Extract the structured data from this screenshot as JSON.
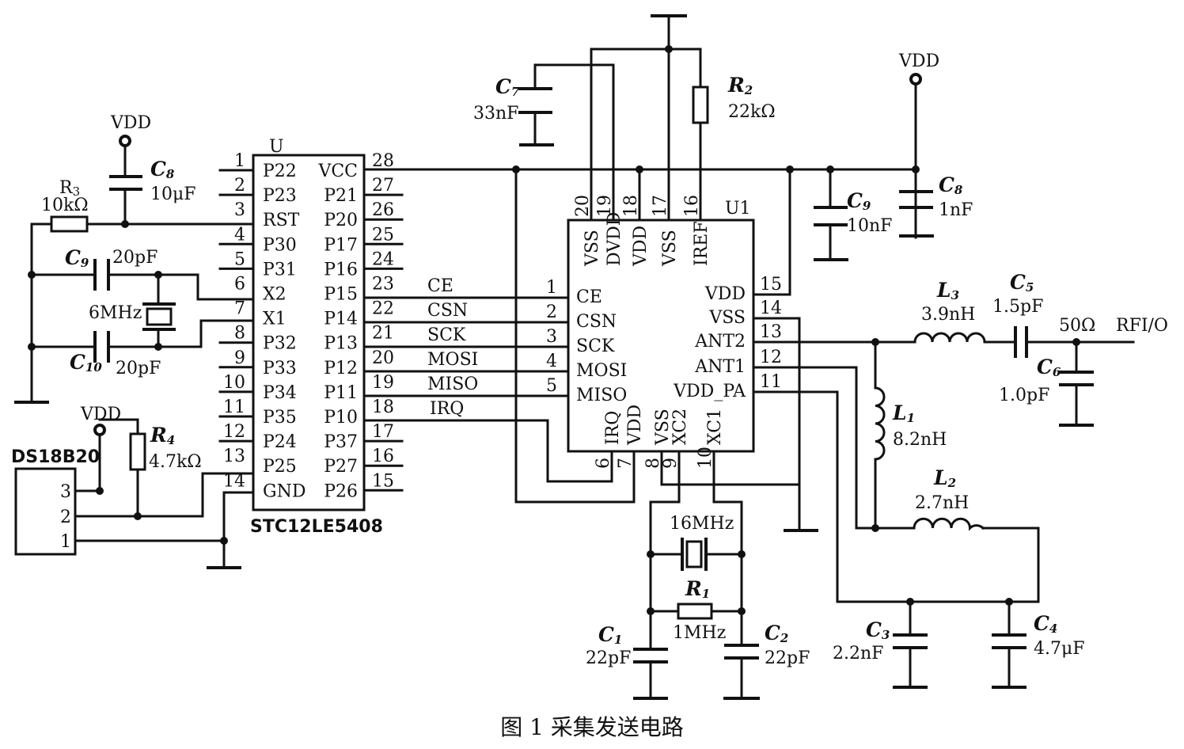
{
  "caption": "图 1  采集发送电路",
  "mcu": {
    "designator": "U",
    "part": "STC12LE5408",
    "left_pins": [
      {
        "num": "1",
        "name": "P22"
      },
      {
        "num": "2",
        "name": "P23"
      },
      {
        "num": "3",
        "name": "RST"
      },
      {
        "num": "4",
        "name": "P30"
      },
      {
        "num": "5",
        "name": "P31"
      },
      {
        "num": "6",
        "name": "X2"
      },
      {
        "num": "7",
        "name": "X1"
      },
      {
        "num": "8",
        "name": "P32"
      },
      {
        "num": "9",
        "name": "P33"
      },
      {
        "num": "10",
        "name": "P34"
      },
      {
        "num": "11",
        "name": "P35"
      },
      {
        "num": "12",
        "name": "P24"
      },
      {
        "num": "13",
        "name": "P25"
      },
      {
        "num": "14",
        "name": "GND"
      }
    ],
    "right_pins": [
      {
        "num": "28",
        "name": "VCC"
      },
      {
        "num": "27",
        "name": "P21"
      },
      {
        "num": "26",
        "name": "P20"
      },
      {
        "num": "25",
        "name": "P17"
      },
      {
        "num": "24",
        "name": "P16"
      },
      {
        "num": "23",
        "name": "P15"
      },
      {
        "num": "22",
        "name": "P14"
      },
      {
        "num": "21",
        "name": "P13"
      },
      {
        "num": "20",
        "name": "P12"
      },
      {
        "num": "19",
        "name": "P11"
      },
      {
        "num": "18",
        "name": "P10"
      },
      {
        "num": "17",
        "name": "P37"
      },
      {
        "num": "16",
        "name": "P27"
      },
      {
        "num": "15",
        "name": "P26"
      }
    ]
  },
  "rf": {
    "designator": "U1",
    "left_pins": [
      {
        "num": "1",
        "name": "CE"
      },
      {
        "num": "2",
        "name": "CSN"
      },
      {
        "num": "3",
        "name": "SCK"
      },
      {
        "num": "4",
        "name": "MOSI"
      },
      {
        "num": "5",
        "name": "MISO"
      }
    ],
    "right_pins": [
      {
        "num": "15",
        "name": "VDD"
      },
      {
        "num": "14",
        "name": "VSS"
      },
      {
        "num": "13",
        "name": "ANT2"
      },
      {
        "num": "12",
        "name": "ANT1"
      },
      {
        "num": "11",
        "name": "VDD_PA"
      }
    ],
    "top_pins": [
      {
        "num": "20",
        "name": "VSS"
      },
      {
        "num": "19",
        "name": "DVDD"
      },
      {
        "num": "18",
        "name": "VDD"
      },
      {
        "num": "17",
        "name": "VSS"
      },
      {
        "num": "16",
        "name": "IREF"
      }
    ],
    "bottom_pins": [
      {
        "num": "6",
        "name": "IRQ"
      },
      {
        "num": "7",
        "name": "VDD"
      },
      {
        "num": "8",
        "name": "VSS"
      },
      {
        "num": "9",
        "name": "XC2"
      },
      {
        "num": "10",
        "name": "XC1"
      }
    ]
  },
  "nets": [
    "CE",
    "CSN",
    "SCK",
    "MOSI",
    "MISO",
    "IRQ"
  ],
  "power": {
    "vdd": "VDD"
  },
  "sensor": {
    "name": "DS18B20",
    "pins": [
      "3",
      "2",
      "1"
    ]
  },
  "components": {
    "R3": {
      "letter": "R",
      "sub": "3",
      "value": "10kΩ"
    },
    "C8a": {
      "letter": "C",
      "sub": "8",
      "value": "10μF"
    },
    "C9a": {
      "letter": "C",
      "sub": "9",
      "value": "20pF"
    },
    "C10": {
      "letter": "C",
      "sub": "10",
      "value": "20pF"
    },
    "X1": {
      "value": "6MHz"
    },
    "R4": {
      "letter": "R",
      "sub": "4",
      "value": "4.7kΩ"
    },
    "C7": {
      "letter": "C",
      "sub": "7",
      "value": "33nF"
    },
    "R2": {
      "letter": "R",
      "sub": "2",
      "value": "22kΩ"
    },
    "C9b": {
      "letter": "C",
      "sub": "9",
      "value": "10nF"
    },
    "C8b": {
      "letter": "C",
      "sub": "8",
      "value": "1nF"
    },
    "L3": {
      "letter": "L",
      "sub": "3",
      "value": "3.9nH"
    },
    "C5": {
      "letter": "C",
      "sub": "5",
      "value": "1.5pF"
    },
    "C6": {
      "letter": "C",
      "sub": "6",
      "value": "1.0pF"
    },
    "L1": {
      "letter": "L",
      "sub": "1",
      "value": "8.2nH"
    },
    "L2": {
      "letter": "L",
      "sub": "2",
      "value": "2.7nH"
    },
    "X2": {
      "value": "16MHz"
    },
    "R1": {
      "letter": "R",
      "sub": "1",
      "value": "1MHz"
    },
    "C1": {
      "letter": "C",
      "sub": "1",
      "value": "22pF"
    },
    "C2": {
      "letter": "C",
      "sub": "2",
      "value": "22pF"
    },
    "C3": {
      "letter": "C",
      "sub": "3",
      "value": "2.2nF"
    },
    "C4": {
      "letter": "C",
      "sub": "4",
      "value": "4.7μF"
    }
  },
  "antenna": {
    "impedance": "50Ω",
    "port": "RFI/O"
  }
}
